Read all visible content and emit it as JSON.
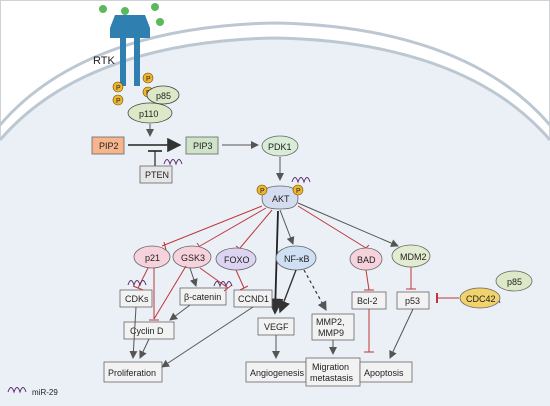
{
  "receptor": {
    "label": "RTK",
    "phospho": "P"
  },
  "pi3k": {
    "p85": "p85",
    "p110": "p110"
  },
  "lipids": {
    "pip2": "PIP2",
    "pip3": "PIP3",
    "pten": "PTEN"
  },
  "kinases": {
    "pdk1": "PDK1",
    "akt": "AKT"
  },
  "targets": {
    "p21": "p21",
    "gsk3": "GSK3",
    "foxo": "FOXO",
    "nfkb": "NF-κB",
    "bad": "BAD",
    "mdm2": "MDM2",
    "p85": "p85",
    "cdc42": "CDC42"
  },
  "effectors": {
    "cdks": "CDKs",
    "bcatenin": "β-catenin",
    "ccnd1": "CCND1",
    "vegf": "VEGF",
    "mmp_line1": "MMP2,",
    "mmp_line2": "MMP9",
    "bcl2": "Bcl-2",
    "p53": "p53",
    "cyclind": "Cyclin D"
  },
  "outcomes": {
    "proliferation": "Proliferation",
    "angiogenesis": "Angiogenesis",
    "migration_line1": "Migration",
    "migration_line2": "metastasis",
    "apoptosis": "Apoptosis"
  },
  "legend": {
    "mir_label": "miR-29"
  },
  "colors": {
    "pip2_fill": "#f6b58c",
    "pip3_fill": "#cfe3c8",
    "pdk1_fill": "#d8ecd8",
    "akt_fill": "#d4dcf0",
    "p21_fill": "#f6d2dc",
    "foxo_fill": "#dcd4f0",
    "nfkb_fill": "#cfe0f5",
    "mdm2_fill": "#e3ecd0",
    "phospho_fill": "#f1b62f",
    "receptor": "#2f7fb0",
    "inhibit": "#c0363b",
    "activate": "#555555",
    "membrane": "#bcc7d2",
    "cell_fill": "#eaf0f5"
  }
}
